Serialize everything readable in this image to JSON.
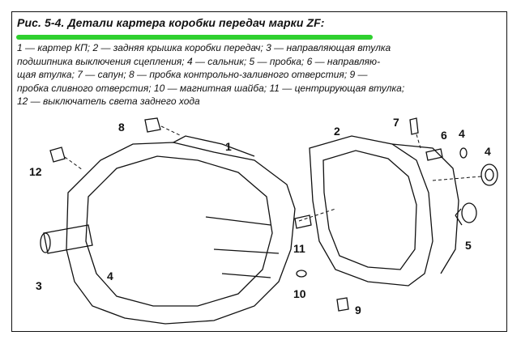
{
  "figure": {
    "title": "Рис. 5-4. Детали картера коробки передач марки ZF:",
    "caption_lines": [
      "1 — картер КП; 2 — задняя крышка коробки передач; 3 — направляющая втулка",
      "подшипника выключения сцепления; 4 — сальник; 5 — пробка; 6 — направляю-",
      "щая втулка; 7 — сапун; 8 — пробка контрольно-заливного отверстия; 9 —",
      "пробка сливного отверстия; 10 — магнитная шайба; 11 — центрирующая втулка;",
      "12 — выключатель света заднего хода"
    ],
    "highlight_color": "#2fd02f",
    "callouts": [
      "8",
      "1",
      "2",
      "7",
      "6",
      "4",
      "4",
      "12",
      "3",
      "4",
      "11",
      "5",
      "10",
      "9"
    ]
  }
}
